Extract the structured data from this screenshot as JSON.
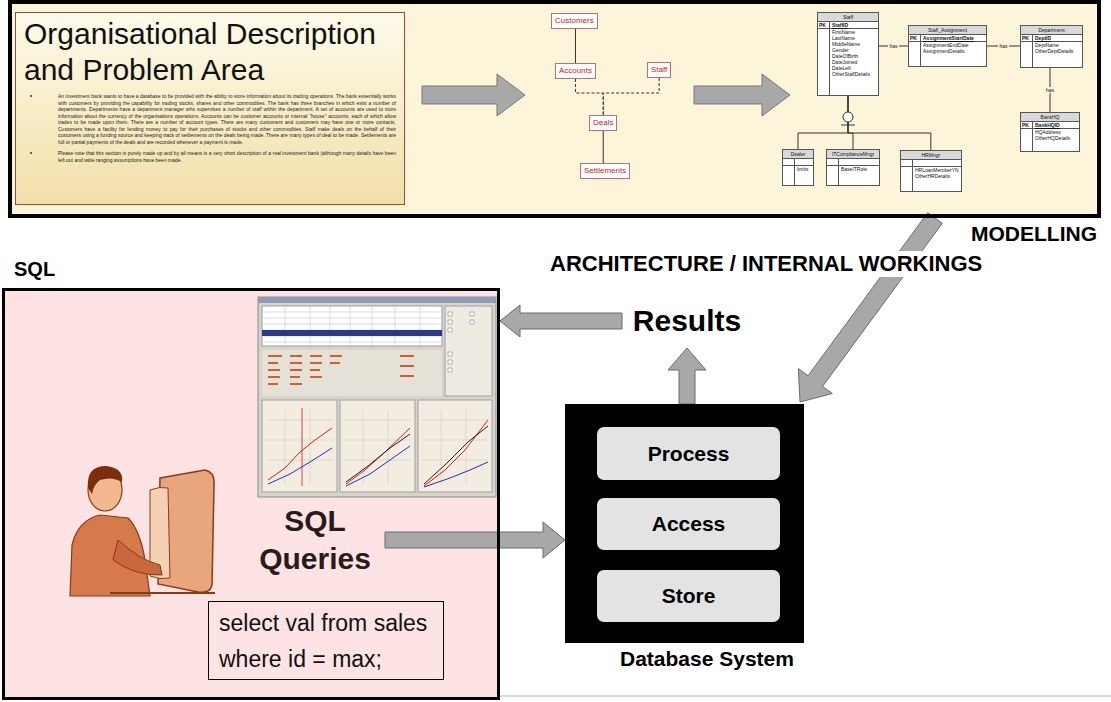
{
  "diagram": {
    "nodes": [
      {
        "text": [
          "MODELLING"
        ]
      },
      {
        "text": [
          "Organisational Description and Problem Area",
          "An investment bank wants to have a database to be provided with the ability to store information about its trading operations. The bank essentially works with customers by providing the capability for trading stocks, shares and other commodities. The bank has three branches in which exist a number of departments. Departments have a department manager who supervises a number of staff within the department. A set of accounts are used to store information about the currency of the organisations operations. Accounts can be customer accounts or internal \"house\" accounts, each of which allow trades to be made upon them. There are a number of account types. There are many customers and customers may have one or more contacts. Customers have a facility for lending money to pay for their purchases of stocks and other commodities. Staff make deals on the behalf of their customers using a funding source and keeping track of settlements on the deals being made. There are many types of deal to be made. Settlements are full or partial payments of the deals and are recorded whenever a payment is made.",
          "Please note that this section is purely made up and by all means is a very short description of a real investment bank (although many details have been left out and wide ranging assumptions have been made."
        ],
        "in": 0
      },
      {
        "text": [
          "Customers"
        ],
        "in": 0
      },
      {
        "text": [
          "Accounts"
        ],
        "in": 0
      },
      {
        "text": [
          "Staff"
        ],
        "in": 0
      },
      {
        "text": [
          "Deals"
        ],
        "in": 0
      },
      {
        "text": [
          "Settlements"
        ],
        "in": 0
      },
      {
        "text": [
          "Staff",
          "PK",
          "StaffID",
          "FirstName",
          "LastName",
          "MiddleName",
          "Gender",
          "DateOfBirth",
          "DateJoined",
          "DateLeft",
          "OtherStaffDetails"
        ],
        "in": 0
      },
      {
        "text": [
          "Staff_Assignment",
          "PK",
          "AssignmentStartDate",
          "AssignmentEndDate",
          "AssignmentDetails"
        ],
        "in": 0
      },
      {
        "text": [
          "Department",
          "PK",
          "DeptID",
          "DeptName",
          "OtherDeptDetails"
        ],
        "in": 0
      },
      {
        "text": [
          "BankHQ",
          "PK",
          "BankHQID",
          "HQAddress",
          "OtherHQDetails"
        ],
        "in": 0
      },
      {
        "text": [
          "Dealer",
          "limits"
        ],
        "in": 0
      },
      {
        "text": [
          "ITComplianceMngr",
          "BaseITRole"
        ],
        "in": 0
      },
      {
        "text": [
          "HRMngr",
          "HRLoanMemberYN",
          "OtherHRDetails"
        ],
        "in": 0
      },
      {
        "text": [
          "SQL"
        ]
      },
      {
        "text": [
          "SQL Queries"
        ],
        "in": 14
      },
      {
        "text": [
          "select val from sales where id = max;"
        ],
        "in": 14
      },
      {
        "text": [
          "Results"
        ]
      },
      {
        "text": [
          "Database System"
        ]
      },
      {
        "text": [
          "Process"
        ],
        "in": 18
      },
      {
        "text": [
          "Access"
        ],
        "in": 18
      },
      {
        "text": [
          "Store"
        ],
        "in": 18
      }
    ],
    "edges": [
      {
        "from": 2,
        "to": 3,
        "arrow": "none"
      },
      {
        "from": 3,
        "to": 5,
        "arrow": "none"
      },
      {
        "from": 4,
        "to": 5,
        "arrow": "none"
      },
      {
        "from": 5,
        "to": 6,
        "arrow": "none"
      },
      {
        "from": 7,
        "to": 8,
        "label": "has",
        "arrow": "none"
      },
      {
        "from": 8,
        "to": 9,
        "label": "has",
        "arrow": "none"
      },
      {
        "from": 9,
        "to": 10,
        "label": "has",
        "arrow": "none"
      },
      {
        "from": 7,
        "to": 11,
        "arrow": "none"
      },
      {
        "from": 7,
        "to": 12,
        "arrow": "none"
      },
      {
        "from": 7,
        "to": 13,
        "arrow": "none"
      },
      {
        "from": 0,
        "to": 18,
        "arrow": "to"
      },
      {
        "from": 15,
        "to": 18,
        "arrow": "to"
      },
      {
        "from": 18,
        "to": 17,
        "arrow": "to"
      },
      {
        "from": 17,
        "to": 14,
        "arrow": "to"
      }
    ],
    "labels": [
      "ARCHITECTURE / INTERNAL WORKINGS"
    ]
  }
}
